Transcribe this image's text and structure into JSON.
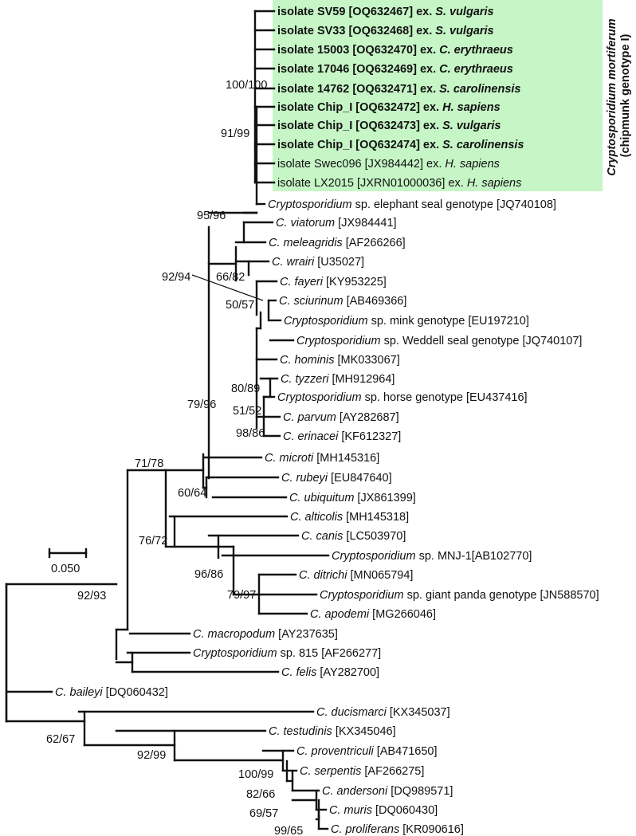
{
  "scale_label": "0.050",
  "clade_box": {
    "color": "#c6f5c6",
    "title_line1": "Cryptosporidium mortiferum",
    "title_line2": "(chipmunk genotype I)"
  },
  "taxa": [
    {
      "parts": [
        [
          "isolate SV59 [OQ632467] ex. ",
          0
        ],
        [
          "S. vulgaris",
          1
        ]
      ],
      "bold": true
    },
    {
      "parts": [
        [
          "isolate SV33  [OQ632468] ex. ",
          0
        ],
        [
          "S. vulgaris",
          1
        ]
      ],
      "bold": true
    },
    {
      "parts": [
        [
          "isolate 15003 [OQ632470] ex. ",
          0
        ],
        [
          "C. erythraeus",
          1
        ]
      ],
      "bold": true
    },
    {
      "parts": [
        [
          "isolate 17046 [OQ632469] ex. ",
          0
        ],
        [
          "C. erythraeus",
          1
        ]
      ],
      "bold": true
    },
    {
      "parts": [
        [
          "isolate 14762 [OQ632471] ex. ",
          0
        ],
        [
          "S. carolinensis",
          1
        ]
      ],
      "bold": true
    },
    {
      "parts": [
        [
          "isolate Chip_I [OQ632472] ex. ",
          0
        ],
        [
          "H. sapiens",
          1
        ]
      ],
      "bold": true
    },
    {
      "parts": [
        [
          "isolate Chip_I [OQ632473] ex. ",
          0
        ],
        [
          "S. vulgaris",
          1
        ]
      ],
      "bold": true
    },
    {
      "parts": [
        [
          "isolate Chip_I  [OQ632474] ex. ",
          0
        ],
        [
          "S. carolinensis",
          1
        ]
      ],
      "bold": true
    },
    {
      "parts": [
        [
          "isolate Swec096 [JX984442] ex. ",
          0
        ],
        [
          "H. sapiens",
          1
        ]
      ],
      "bold": false
    },
    {
      "parts": [
        [
          "isolate LX2015 [JXRN01000036] ex. ",
          0
        ],
        [
          "H. sapiens",
          1
        ]
      ],
      "bold": false
    },
    {
      "parts": [
        [
          "Cryptosporidium",
          1
        ],
        [
          " sp. elephant seal genotype [JQ740108]",
          0
        ]
      ],
      "bold": false
    },
    {
      "parts": [
        [
          "C. viatorum",
          1
        ],
        [
          " [JX984441]",
          0
        ]
      ],
      "bold": false
    },
    {
      "parts": [
        [
          "C. meleagridis",
          1
        ],
        [
          " [AF266266]",
          0
        ]
      ],
      "bold": false
    },
    {
      "parts": [
        [
          "C. wrairi",
          1
        ],
        [
          " [U35027]",
          0
        ]
      ],
      "bold": false
    },
    {
      "parts": [
        [
          "C. fayeri",
          1
        ],
        [
          " [KY953225]",
          0
        ]
      ],
      "bold": false
    },
    {
      "parts": [
        [
          "C. sciurinum",
          1
        ],
        [
          " [AB469366]",
          0
        ]
      ],
      "bold": false
    },
    {
      "parts": [
        [
          "Cryptosporidium",
          1
        ],
        [
          " sp. mink genotype [EU197210]",
          0
        ]
      ],
      "bold": false
    },
    {
      "parts": [
        [
          "Cryptosporidium",
          1
        ],
        [
          " sp. Weddell seal genotype [JQ740107]",
          0
        ]
      ],
      "bold": false
    },
    {
      "parts": [
        [
          "C. hominis",
          1
        ],
        [
          " [MK033067]",
          0
        ]
      ],
      "bold": false
    },
    {
      "parts": [
        [
          "C. tyzzeri",
          1
        ],
        [
          " [MH912964]",
          0
        ]
      ],
      "bold": false
    },
    {
      "parts": [
        [
          "Cryptosporidium",
          1
        ],
        [
          " sp. horse genotype [EU437416]",
          0
        ]
      ],
      "bold": false
    },
    {
      "parts": [
        [
          "C. parvum",
          1
        ],
        [
          " [AY282687]",
          0
        ]
      ],
      "bold": false
    },
    {
      "parts": [
        [
          "C. erinacei",
          1
        ],
        [
          " [KF612327]",
          0
        ]
      ],
      "bold": false
    },
    {
      "parts": [
        [
          "C. microti",
          1
        ],
        [
          " [MH145316]",
          0
        ]
      ],
      "bold": false
    },
    {
      "parts": [
        [
          "C. rubeyi",
          1
        ],
        [
          " [EU847640]",
          0
        ]
      ],
      "bold": false
    },
    {
      "parts": [
        [
          "C. ubiquitum",
          1
        ],
        [
          " [JX861399]",
          0
        ]
      ],
      "bold": false
    },
    {
      "parts": [
        [
          "C. alticolis",
          1
        ],
        [
          " [MH145318]",
          0
        ]
      ],
      "bold": false
    },
    {
      "parts": [
        [
          "C. canis",
          1
        ],
        [
          " [LC503970]",
          0
        ]
      ],
      "bold": false
    },
    {
      "parts": [
        [
          "Cryptosporidium",
          1
        ],
        [
          " sp. MNJ-1[AB102770]",
          0
        ]
      ],
      "bold": false
    },
    {
      "parts": [
        [
          "C. ditrichi",
          1
        ],
        [
          " [MN065794]",
          0
        ]
      ],
      "bold": false
    },
    {
      "parts": [
        [
          "Cryptosporidium",
          1
        ],
        [
          " sp. giant panda genotype [JN588570]",
          0
        ]
      ],
      "bold": false
    },
    {
      "parts": [
        [
          "C. apodemi",
          1
        ],
        [
          " [MG266046]",
          0
        ]
      ],
      "bold": false
    },
    {
      "parts": [
        [
          "C. macropodum",
          1
        ],
        [
          " [AY237635]",
          0
        ]
      ],
      "bold": false
    },
    {
      "parts": [
        [
          "Cryptosporidium",
          1
        ],
        [
          " sp. 815 [AF266277]",
          0
        ]
      ],
      "bold": false
    },
    {
      "parts": [
        [
          "C. felis",
          1
        ],
        [
          " [AY282700]",
          0
        ]
      ],
      "bold": false
    },
    {
      "parts": [
        [
          "C. baileyi",
          1
        ],
        [
          " [DQ060432]",
          0
        ]
      ],
      "bold": false
    },
    {
      "parts": [
        [
          "C. ducismarci",
          1
        ],
        [
          " [KX345037]",
          0
        ]
      ],
      "bold": false
    },
    {
      "parts": [
        [
          "C. testudinis",
          1
        ],
        [
          " [KX345046]",
          0
        ]
      ],
      "bold": false
    },
    {
      "parts": [
        [
          "C. proventriculi",
          1
        ],
        [
          " [AB471650]",
          0
        ]
      ],
      "bold": false
    },
    {
      "parts": [
        [
          "C. serpentis",
          1
        ],
        [
          " [AF266275]",
          0
        ]
      ],
      "bold": false
    },
    {
      "parts": [
        [
          "C. andersoni",
          1
        ],
        [
          " [DQ989571]",
          0
        ]
      ],
      "bold": false
    },
    {
      "parts": [
        [
          "C. muris",
          1
        ],
        [
          " [DQ060430]",
          0
        ]
      ],
      "bold": false
    },
    {
      "parts": [
        [
          "C. proliferans",
          1
        ],
        [
          " [KR090616]",
          0
        ]
      ],
      "bold": false
    }
  ],
  "bootstrap": [
    "100/100",
    "91/99",
    "95/96",
    "92/94",
    "66/82",
    "50/57",
    "80/89",
    "51/52",
    "98/86",
    "79/96",
    "71/78",
    "60/64",
    "76/72",
    "96/86",
    "79/97",
    "92/93",
    "62/67",
    "92/99",
    "100/99",
    "82/66",
    "69/57",
    "99/65"
  ]
}
